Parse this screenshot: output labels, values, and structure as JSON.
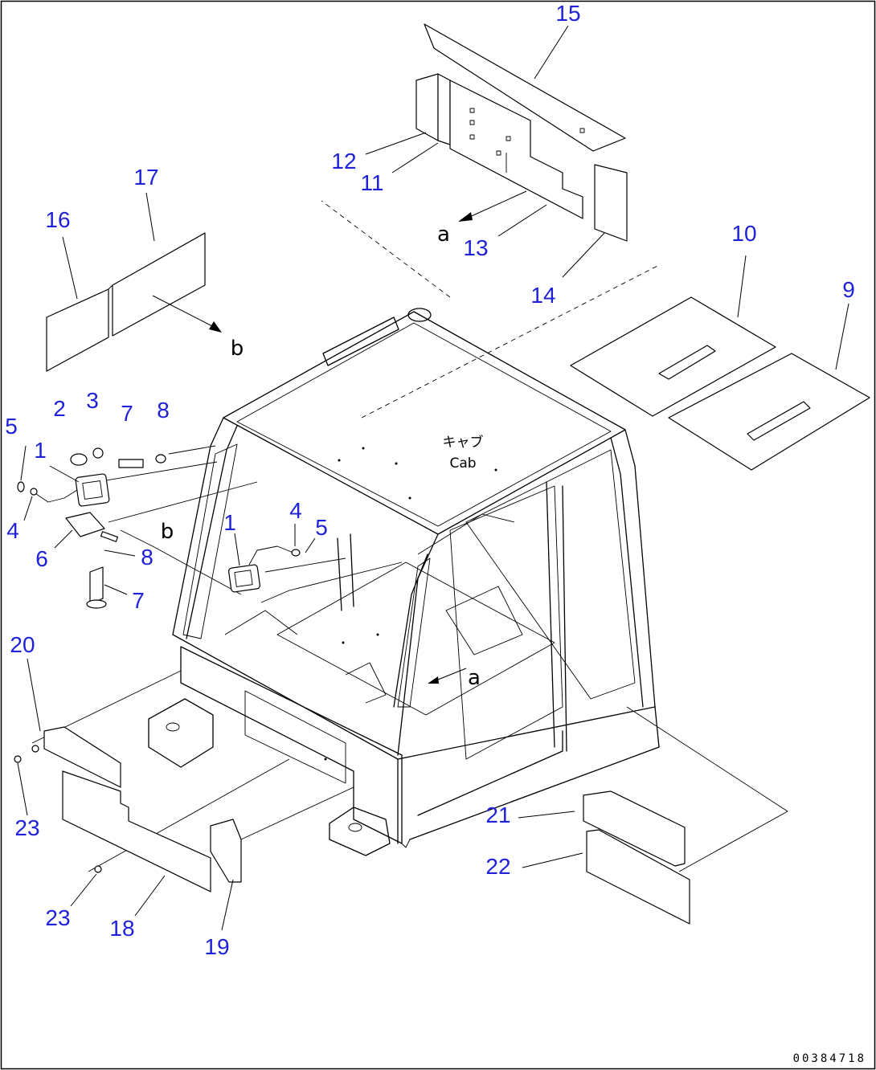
{
  "callouts": {
    "c1a": "1",
    "c1b": "1",
    "c2": "2",
    "c3": "3",
    "c4a": "4",
    "c4b": "4",
    "c5a": "5",
    "c5b": "5",
    "c6": "6",
    "c7a": "7",
    "c7b": "7",
    "c8a": "8",
    "c8b": "8",
    "c9": "9",
    "c10": "10",
    "c11": "11",
    "c12": "12",
    "c13": "13",
    "c14": "14",
    "c15": "15",
    "c16": "16",
    "c17": "17",
    "c18": "18",
    "c19": "19",
    "c20": "20",
    "c21": "21",
    "c22": "22",
    "c23a": "23",
    "c23b": "23"
  },
  "markers": {
    "a_top": "a",
    "a_mid": "a",
    "b_left": "b",
    "b_mid": "b"
  },
  "cab_label": {
    "jp": "キャブ",
    "en": "Cab"
  },
  "drawing_code": "00384718"
}
